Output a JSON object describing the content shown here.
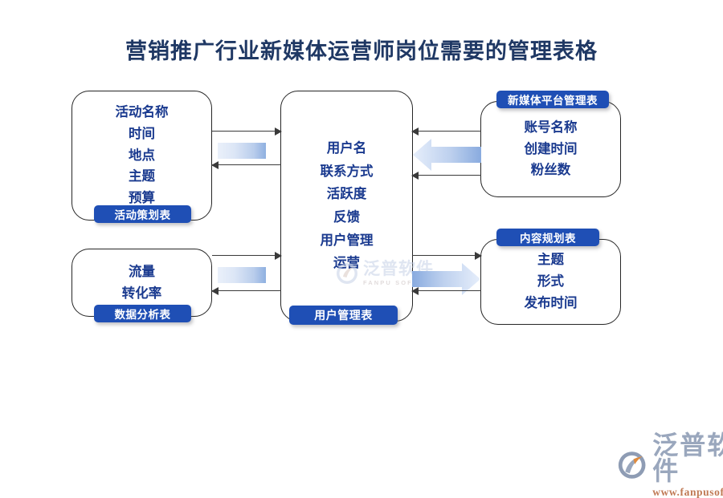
{
  "page": {
    "title": "营销推广行业新媒体运营师岗位需要的管理表格",
    "background": "#ffffff",
    "title_color": "#1f3864",
    "accent_color": "#1f4fb5",
    "node_text_color": "#1a3a8f"
  },
  "nodes": {
    "activity_plan": {
      "badge": "活动策划表",
      "items": [
        "活动名称",
        "时间",
        "地点",
        "主题",
        "预算"
      ]
    },
    "user_manage": {
      "badge": "用户管理表",
      "items": [
        "用户名",
        "联系方式",
        "活跃度",
        "反馈",
        "用户管理",
        "运营"
      ]
    },
    "new_media_platform": {
      "badge": "新媒体平台管理表",
      "items": [
        "账号名称",
        "创建时间",
        "粉丝数"
      ]
    },
    "content_plan": {
      "badge": "内容规划表",
      "items": [
        "主题",
        "形式",
        "发布时间"
      ]
    },
    "data_analysis": {
      "badge": "数据分析表",
      "items": [
        "流量",
        "转化率"
      ]
    }
  },
  "connections": [
    {
      "id": "activity-to-user",
      "direction": "right"
    },
    {
      "id": "user-to-activity",
      "direction": "left"
    },
    {
      "id": "platform-to-user-top",
      "direction": "left"
    },
    {
      "id": "platform-to-user-bottom",
      "direction": "left"
    },
    {
      "id": "data-to-user",
      "direction": "right"
    },
    {
      "id": "user-to-data",
      "direction": "left"
    },
    {
      "id": "user-to-content",
      "direction": "right"
    },
    {
      "id": "content-to-user",
      "direction": "left"
    }
  ],
  "watermark": {
    "cn": "泛普软件",
    "en": "FANPU SOFTWARE"
  },
  "logo": {
    "cn": "泛普软件",
    "url": "www.fanpusoft.com"
  }
}
